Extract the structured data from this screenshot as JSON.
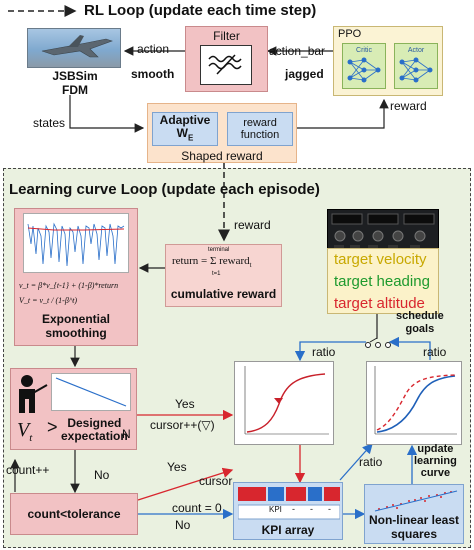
{
  "rl_loop": {
    "legend_title": "RL Loop (update each time step)",
    "jsbsim_label": "JSBSim\nFDM",
    "filter_label": "Filter",
    "ppo_label": "PPO",
    "critic_label": "Critic",
    "actor_label": "Actor",
    "action_label": "action",
    "smooth_label": "smooth",
    "action_bar_label": "action_bar",
    "jagged_label": "jagged",
    "states_label": "states",
    "reward_label": "reward",
    "adaptive_label": "Adaptive W",
    "adaptive_sub": "E",
    "reward_function_label": "reward\nfunction",
    "shaped_reward_label": "Shaped reward"
  },
  "learning_loop": {
    "title": "Learning curve Loop (update each episode)",
    "reward_label": "reward",
    "cumulative_label": "cumulative  reward",
    "return_formula": "return = Σ reward",
    "sum_top": "terminal",
    "sum_bottom": "t=1",
    "sum_sub": "t",
    "smoothing_eq_1": "v_t = β*v_{t-1} + (1-β)*return",
    "smoothing_eq_2": "V_t = v_t / (1-β^t)",
    "exponential_smoothing": "Exponential\nsmoothing",
    "target_velocity": "target velocity",
    "target_heading": "target heading",
    "target_altitude": "target altitude",
    "schedule_goals": "schedule\ngoals",
    "ratio_left": "ratio",
    "ratio_right": "ratio",
    "ratio_mid": "ratio",
    "designed_expectation": "Designed\nexpectation",
    "v_t": "V",
    "v_sub": "t",
    "v_greater": ">",
    "n_label": "N",
    "yes_1": "Yes",
    "cursor_plus": "cursor++(▽)",
    "yes_2": "Yes",
    "cursor": "cursor",
    "count_plus": "count++",
    "no_1": "No",
    "count_tolerance": "count<tolerance",
    "count_zero": "count = 0",
    "no_2": "No",
    "kpi_array": "KPI array",
    "nonlinear": "Non-linear least\nsquares",
    "update_curve": "update\nlearning\ncurve",
    "kpi_cells": [
      "KPI",
      "-",
      "-",
      "-"
    ]
  },
  "colors": {
    "target_velocity": "#c8a800",
    "target_heading": "#1e9a2e",
    "target_altitude": "#d8262e",
    "learning_bg": "#eaf1e0"
  }
}
